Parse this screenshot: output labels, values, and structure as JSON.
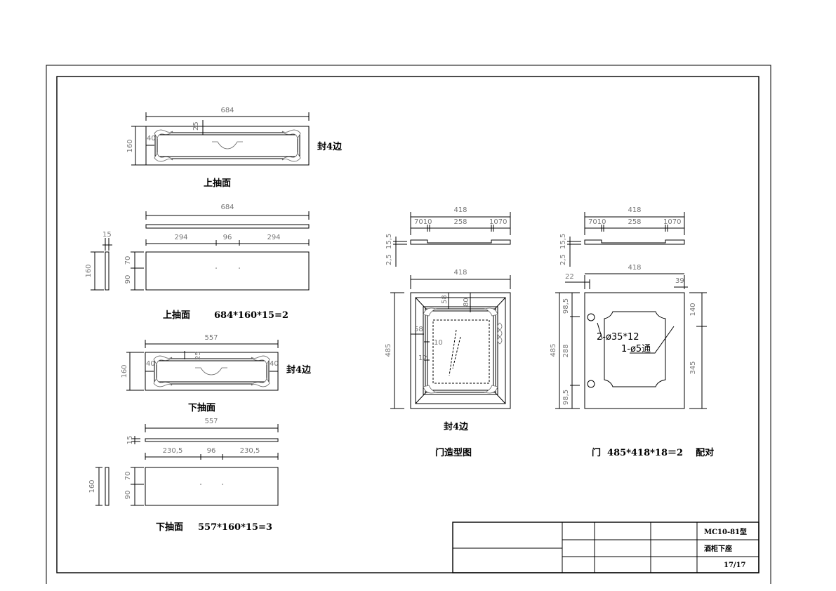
{
  "top_drawer_front": {
    "width_dim": "684",
    "height_dim": "160",
    "side_offset_dim": "40",
    "top_offset_dim": "25",
    "edge_note": "封4边",
    "caption": "上抽面"
  },
  "top_drawer_panel": {
    "width_dim": "684",
    "thickness_dim": "15",
    "height_dim": "160",
    "hole_dims": [
      "294",
      "96",
      "294"
    ],
    "upper_dim": "70",
    "lower_dim": "90",
    "caption": "上抽面",
    "spec": "684*160*15=2"
  },
  "bottom_drawer_front": {
    "width_dim": "557",
    "height_dim": "160",
    "left_offset_dim": "40",
    "right_offset_dim": "40",
    "top_offset_dim": "25",
    "edge_note": "封4边",
    "caption": "下抽面"
  },
  "bottom_drawer_panel": {
    "width_dim": "557",
    "thickness_dim": "15",
    "height_dim": "160",
    "hole_dims": [
      "230,5",
      "96",
      "230,5"
    ],
    "upper_dim": "70",
    "lower_dim": "90",
    "caption": "下抽面",
    "spec": "557*160*15=3"
  },
  "door_style": {
    "profile_width_dim": "418",
    "profile_segments": [
      "7010",
      "258",
      "1070"
    ],
    "profile_depths": [
      "2,5",
      "15,5"
    ],
    "width_dim": "418",
    "height_dim": "485",
    "inner_dims": [
      "58",
      "80",
      "58",
      "10",
      "12"
    ],
    "edge_note": "封4边",
    "caption": "门造型图"
  },
  "door": {
    "profile_width_dim": "418",
    "profile_segments": [
      "7010",
      "258",
      "1070"
    ],
    "profile_depths": [
      "2,5",
      "15,5"
    ],
    "width_dim": "418",
    "hinge_offset_dim": "22",
    "hole_offset_dim": "39",
    "height_dim": "485",
    "left_dims": [
      "98,5",
      "288",
      "98,5"
    ],
    "right_dims": [
      "140",
      "345"
    ],
    "hinge_note": "2-ø35*12",
    "hole_note": "1-ø5通",
    "caption": "门  485*418*18＝2    配对"
  },
  "title_block": {
    "model": "MC10-81型",
    "name": "酒柜下座",
    "sheet": "17/17"
  }
}
